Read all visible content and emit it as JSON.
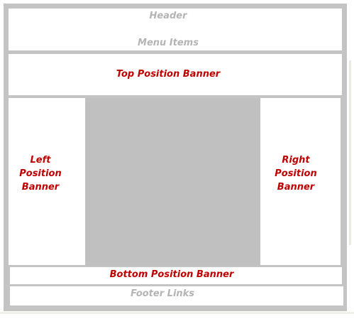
{
  "header": {
    "label": "Header",
    "menu_label": "Menu Items"
  },
  "banners": {
    "top": "Top Position Banner",
    "left": [
      "Left Position",
      "Banner"
    ],
    "right": [
      "Right Position",
      "Banner"
    ],
    "bottom": "Bottom Position Banner"
  },
  "footer": {
    "label": "Footer Links"
  },
  "colors": {
    "frame": "#c4c4c4",
    "content_area": "#c0c0c0",
    "gray_text": "#b4b4b4",
    "banner_text": "#c00000"
  }
}
